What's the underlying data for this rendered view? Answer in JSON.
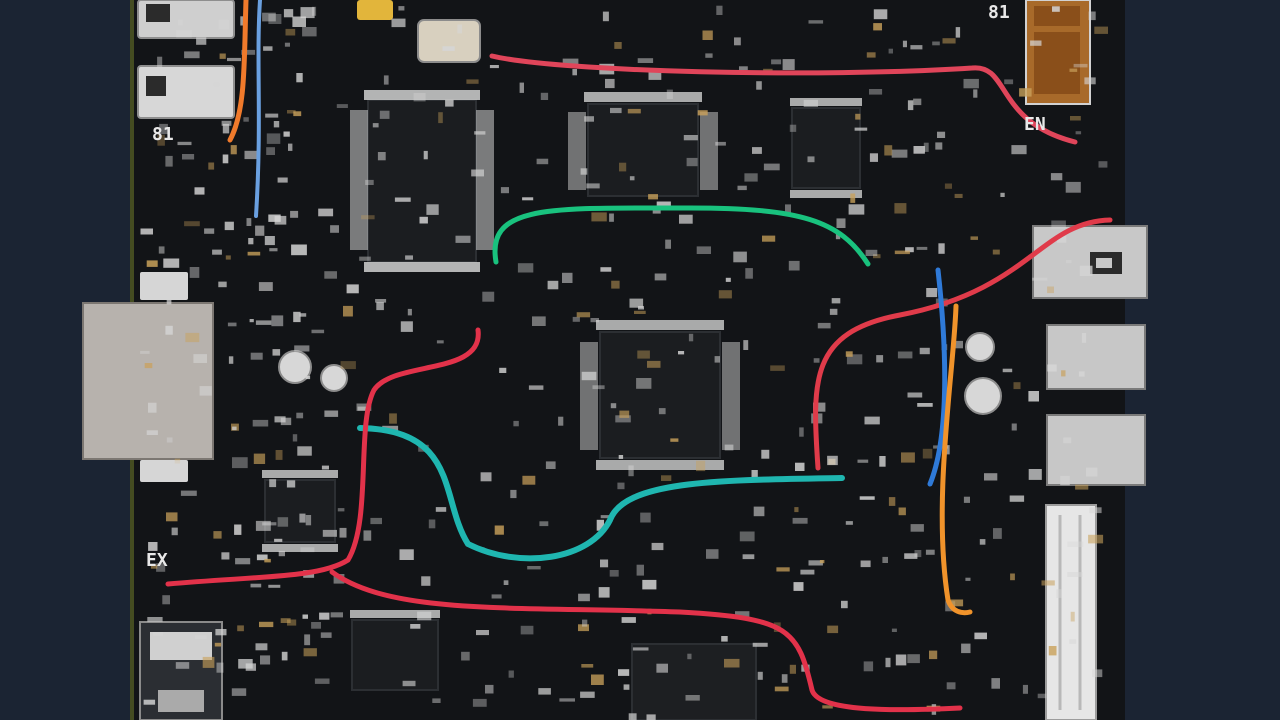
{
  "scene": {
    "description_visible": false,
    "background_color": "#1b2433",
    "pcb_color": "#121417",
    "pcb_edge_color": "#2a2f36",
    "pin_color": "#d9d9d9",
    "metal_color": "#b9b9b9",
    "copper_color": "#b06a2a"
  },
  "silkscreen": {
    "top_right": "81",
    "left_mid": "81",
    "left_lower": "EX",
    "right_block": "EN"
  },
  "wires": [
    {
      "name": "wire-red-top",
      "color": "#e0455a"
    },
    {
      "name": "wire-green",
      "color": "#19c27e"
    },
    {
      "name": "wire-red-right",
      "color": "#e03b4a"
    },
    {
      "name": "wire-blue",
      "color": "#2f7ad8"
    },
    {
      "name": "wire-orange",
      "color": "#f0932b"
    },
    {
      "name": "wire-cyan",
      "color": "#1fb6b0"
    },
    {
      "name": "wire-red-left",
      "color": "#e2324a"
    },
    {
      "name": "wire-red-bottom",
      "color": "#e2324a"
    },
    {
      "name": "wire-orange-left",
      "color": "#f07a2b"
    },
    {
      "name": "wire-blue-left",
      "color": "#6aa0e0"
    }
  ]
}
